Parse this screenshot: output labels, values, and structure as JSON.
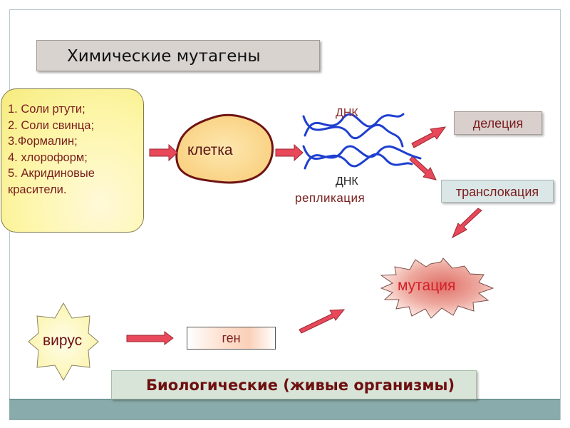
{
  "title": "Химические мутагены",
  "chemical_list": [
    "1. Соли ртути;",
    "2. Соли свинца;",
    "3.Формалин;",
    "4. хлороформ;",
    "5. Акридиновые",
    "красители."
  ],
  "nodes": {
    "cell": "клетка",
    "dna_top": "ДНК",
    "dna_bottom": "ДНК",
    "replication": "репликация",
    "deletion": "делеция",
    "translocation": "транслокация",
    "mutation": "мутация",
    "virus": "вирус",
    "gene": "ген"
  },
  "biological_label": "Биологические  (живые организмы)",
  "colors": {
    "arrow": "#e8485a",
    "dna": "#1f3fd0",
    "text_dark_red": "#7a1d1d",
    "mutation_text": "#d4202a",
    "bottom_band": "#8aabab"
  }
}
